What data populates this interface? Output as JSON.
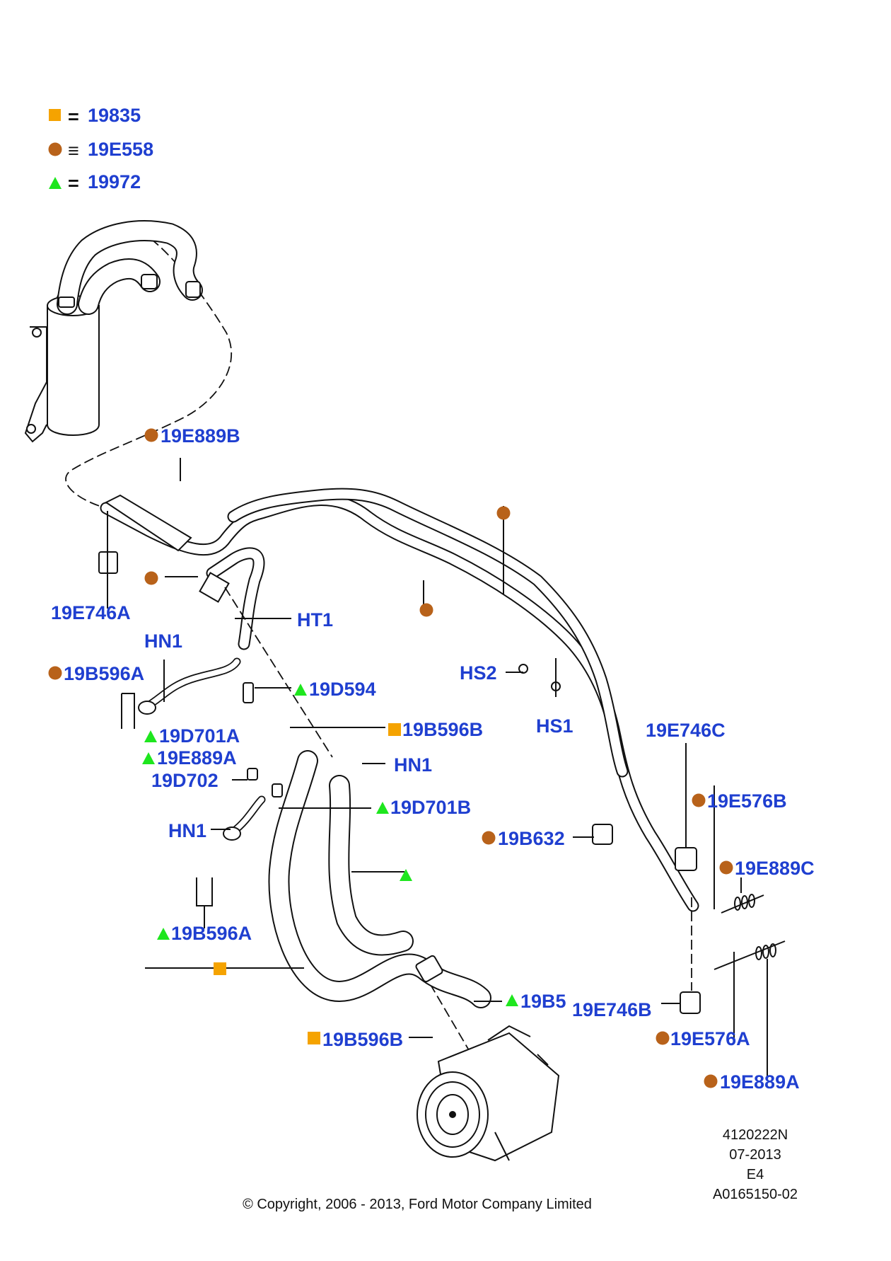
{
  "legend": [
    {
      "symbol": "square",
      "color": "#f5a300",
      "sign": "=",
      "code": "19835"
    },
    {
      "symbol": "circle",
      "color": "#b8621a",
      "sign": "≡",
      "code": "19E558"
    },
    {
      "symbol": "triangle",
      "color": "#1ee61e",
      "sign": "=",
      "code": "19972"
    }
  ],
  "colors": {
    "label": "#1f3fd0",
    "square": "#f5a300",
    "circle": "#b8621a",
    "triangle": "#1ee61e"
  },
  "labels": {
    "l19E889B": "19E889B",
    "l19E746A": "19E746A",
    "lHT1": "HT1",
    "lHN1a": "HN1",
    "l19B596Aa": "19B596A",
    "l19D594": "19D594",
    "l19D701A": "19D701A",
    "l19E889A_left": "19E889A",
    "l19D702": "19D702",
    "l19B596B_top": "19B596B",
    "lHN1b": "HN1",
    "l19D701B": "19D701B",
    "lHN1c": "HN1",
    "l19B596Ab": "19B596A",
    "lHS2": "HS2",
    "lHS1": "HS1",
    "l19E746C": "19E746C",
    "l19E576B": "19E576B",
    "l19B632": "19B632",
    "l19E889C": "19E889C",
    "l19B5": "19B5",
    "l19E746B": "19E746B",
    "l19B596B_bot": "19B596B",
    "l19E576A": "19E576A",
    "l19E889A_right": "19E889A"
  },
  "meta": {
    "line1": "4120222N",
    "line2": "07-2013",
    "line3": "E4",
    "line4": "A0165150-02",
    "copyright": "© Copyright, 2006 - 2013, Ford Motor Company Limited"
  }
}
